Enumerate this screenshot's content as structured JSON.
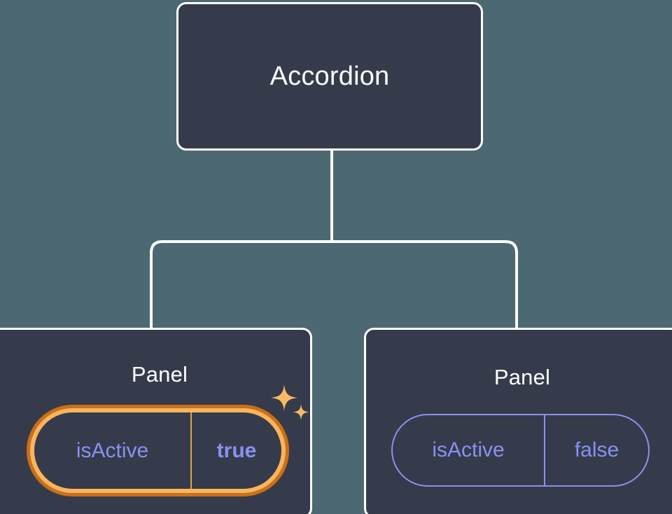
{
  "diagram": {
    "type": "component-tree",
    "background_color": "#4C6873",
    "node_fill_color": "#353B4A",
    "node_border_color": "#FFFFFF",
    "connector_color": "#FFFFFF",
    "prop_accent_color": "#8A91F2",
    "highlight_outer_color": "#C9701A",
    "highlight_inner_color": "#F8B55E",
    "sparkle_color": "#F9B963"
  },
  "root": {
    "title": "Accordion"
  },
  "children": [
    {
      "title": "Panel",
      "highlighted": true,
      "prop": {
        "key": "isActive",
        "value": "true"
      },
      "sparkle_icons": [
        "sparkle-large-icon",
        "sparkle-small-icon"
      ]
    },
    {
      "title": "Panel",
      "highlighted": false,
      "prop": {
        "key": "isActive",
        "value": "false"
      }
    }
  ]
}
